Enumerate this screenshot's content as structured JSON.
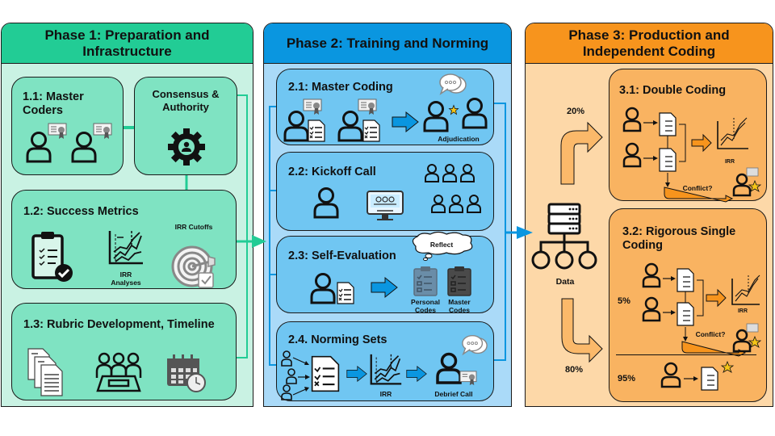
{
  "colors": {
    "phase1_header": "#22cc95",
    "phase1_body": "#c9f2e3",
    "phase1_card": "#7fe3c2",
    "phase2_header": "#0a96e0",
    "phase2_body": "#aadaf8",
    "phase2_card": "#70c6f2",
    "phase3_header": "#f7941d",
    "phase3_body": "#fdd8a8",
    "phase3_card": "#f9b361",
    "connector_green": "#22cc95",
    "connector_blue": "#0a96e0",
    "arrow_orange": "#f7941d",
    "arrow_light_orange": "#fbb96a",
    "star": "#f5c518"
  },
  "phase1": {
    "title": "Phase 1: Preparation and Infrastructure",
    "title_line1": "Phase 1: Preparation and",
    "title_line2": "Infrastructure",
    "master_coders": {
      "title_line1": "1.1: Master",
      "title_line2": "Coders",
      "icons": [
        "person-icon",
        "certificate-icon",
        "person-icon",
        "certificate-icon"
      ]
    },
    "consensus": {
      "title_line1": "Consensus &",
      "title_line2": "Authority",
      "icon": "gear-person-icon"
    },
    "success_metrics": {
      "title": "1.2: Success Metrics",
      "icons": [
        "clipboard-check-icon",
        "irr-chart-icon",
        "target-icon"
      ],
      "irr_analyses_line1": "IRR",
      "irr_analyses_line2": "Analyses",
      "irr_cutoffs": "IRR Cutoffs"
    },
    "rubric": {
      "title": "1.3: Rubric Development, Timeline",
      "icons": [
        "documents-icon",
        "meeting-table-icon",
        "calendar-clock-icon"
      ]
    }
  },
  "phase2": {
    "title": "Phase 2: Training and Norming",
    "master_coding": {
      "title": "2.1: Master Coding",
      "adjudication": "Adjudication"
    },
    "kickoff": {
      "title": "2.2: Kickoff Call"
    },
    "self_eval": {
      "title": "2.3: Self-Evaluation",
      "reflect": "Reflect",
      "personal_line1": "Personal",
      "personal_line2": "Codes",
      "master_line1": "Master",
      "master_line2": "Codes"
    },
    "norming": {
      "title": "2.4. Norming Sets",
      "irr": "IRR",
      "debrief": "Debrief Call"
    }
  },
  "phase3": {
    "title_line1": "Phase 3: Production and",
    "title_line2": "Independent Coding",
    "data_label": "Data",
    "split_top": "20%",
    "split_bottom": "80%",
    "double_coding": {
      "title": "3.1: Double Coding",
      "irr": "IRR",
      "conflict": "Conflict?"
    },
    "single_coding": {
      "title_line1": "3.2: Rigorous Single",
      "title_line2": "Coding",
      "pct_double": "5%",
      "pct_single": "95%",
      "irr": "IRR",
      "conflict": "Conflict?"
    }
  }
}
